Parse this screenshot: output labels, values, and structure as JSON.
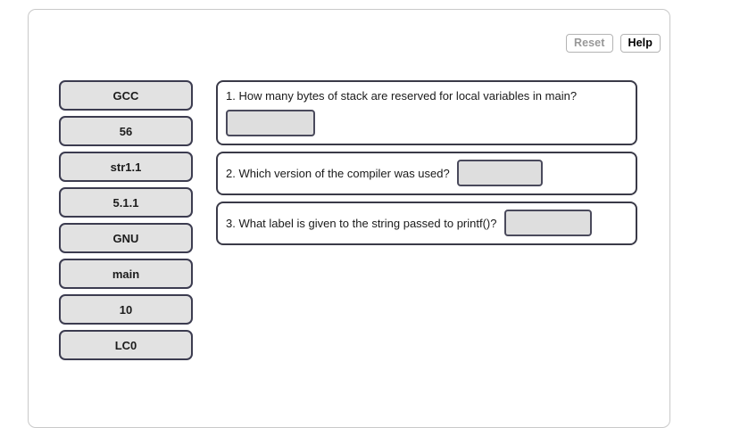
{
  "toolbar": {
    "reset_label": "Reset",
    "help_label": "Help",
    "reset_state": "disabled",
    "help_state": "enabled"
  },
  "tile_tray": {
    "tiles": [
      {
        "label": "GCC"
      },
      {
        "label": "56"
      },
      {
        "label": "str1.1"
      },
      {
        "label": "5.1.1"
      },
      {
        "label": "GNU"
      },
      {
        "label": "main"
      },
      {
        "label": "10"
      },
      {
        "label": "LC0"
      }
    ]
  },
  "questions": [
    {
      "number": "1.",
      "text": "1. How many bytes of stack are reserved for local variables in main?",
      "answer_value": "",
      "layout": "stacked"
    },
    {
      "number": "2.",
      "text": "2. Which version of the compiler was used?",
      "answer_value": "",
      "layout": "inline"
    },
    {
      "number": "3.",
      "text": "3. What label is given to the string passed to printf()?",
      "answer_value": "",
      "layout": "inline"
    }
  ],
  "colors": {
    "tile_fill": "#e2e2e2",
    "tile_border": "#3c3c50",
    "card_border": "#3a3a48",
    "slot_fill": "#dedede",
    "slot_border": "#4a4a5c",
    "panel_border": "#c9c9c9",
    "page_background": "#ffffff"
  }
}
